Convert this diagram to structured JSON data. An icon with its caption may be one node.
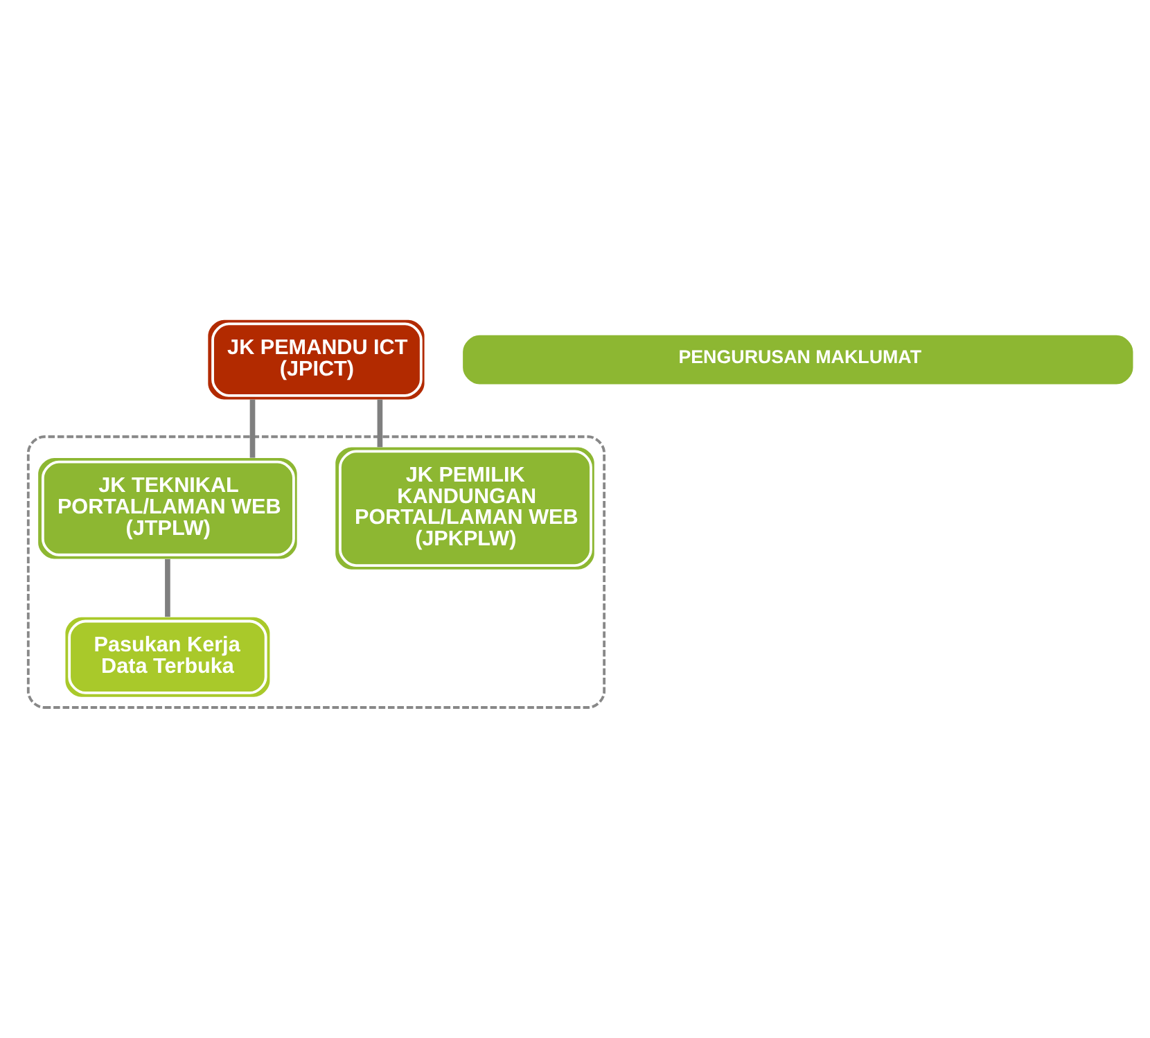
{
  "diagram": {
    "nodes": [
      {
        "text": [
          "JK PEMANDU ICT (JPICT)"
        ]
      },
      {
        "text": [],
        "shape": "cloud"
      },
      {
        "text": [
          "JK PEMILIK KANDUNGAN PORTAL/LAMAN WEB (JPKPLW)"
        ],
        "in": 1
      },
      {
        "text": [
          "JK TEKNIKAL PORTAL/LAMAN WEB (JTPLW)"
        ],
        "in": 1
      },
      {
        "text": [
          "Pasukan Kerja Data Terbuka"
        ],
        "in": 1
      },
      {
        "text": [
          "PENGURUSAN MAKLUMAT"
        ]
      }
    ],
    "edges": [
      {
        "from": 0,
        "to": 2,
        "arrow": "none"
      },
      {
        "from": 0,
        "to": 3,
        "arrow": "none"
      },
      {
        "from": 3,
        "to": 4,
        "arrow": "none"
      }
    ]
  }
}
